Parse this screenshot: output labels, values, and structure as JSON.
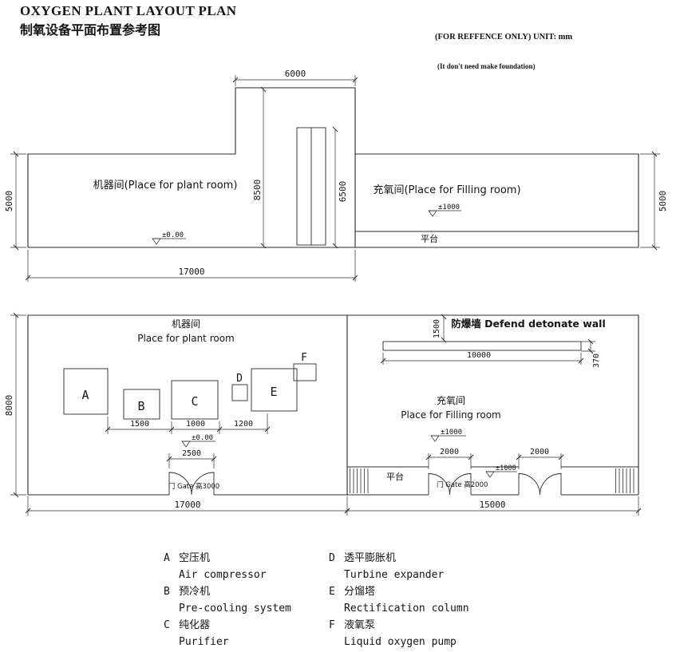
{
  "header": {
    "title_en": "OXYGEN PLANT LAYOUT PLAN",
    "title_zh": "制氧设备平面布置参考图",
    "note_reference": "(FOR REFFENCE ONLY)",
    "note_unit": "UNIT: mm",
    "note_foundation": "(It don't need make foundation)"
  },
  "elevation": {
    "label_plant_room": "机器间(Place for plant room)",
    "label_filling_room": "充氧间(Place for Filling room)",
    "label_platform": "平台",
    "level_plant": "±0.00",
    "level_filling": "±1000",
    "dim_tower_width": "6000",
    "dim_tower_height": "8500",
    "dim_door_height": "6500",
    "dim_left_height": "5000",
    "dim_right_height": "5000",
    "dim_plant_width": "17000"
  },
  "plan": {
    "dim_room_depth": "8000",
    "dim_plant_width": "17000",
    "dim_filling_width": "15000",
    "plant_room": {
      "label_zh": "机器间",
      "label_en": "Place for plant room",
      "dim_a_c": "1500",
      "dim_c": "1000",
      "dim_c_e": "1200",
      "level": "±0.00",
      "dim_gate": "2500",
      "gate_label": "门 Gate 高3000"
    },
    "filling_room": {
      "label_zh": "充氧间",
      "label_en": "Place for Filling room",
      "wall_label": "防爆墙 Defend detonate wall",
      "dim_wall_offset": "1500",
      "dim_wall_length": "10000",
      "dim_wall_thickness": "370",
      "level": "±1000",
      "label_platform": "平台",
      "dim_gate1": "2000",
      "dim_gate2": "2000",
      "gate_label": "门 Gate 高2000",
      "gate_level": "±1000"
    }
  },
  "legend": {
    "items": [
      {
        "key": "A",
        "zh": "空压机",
        "en": "Air compressor"
      },
      {
        "key": "B",
        "zh": "预冷机",
        "en": "Pre-cooling system"
      },
      {
        "key": "C",
        "zh": "纯化器",
        "en": "Purifier"
      },
      {
        "key": "D",
        "zh": "透平膨胀机",
        "en": "Turbine expander"
      },
      {
        "key": "E",
        "zh": "分馏塔",
        "en": "Rectification column"
      },
      {
        "key": "F",
        "zh": "液氧泵",
        "en": "Liquid oxygen pump"
      }
    ]
  }
}
